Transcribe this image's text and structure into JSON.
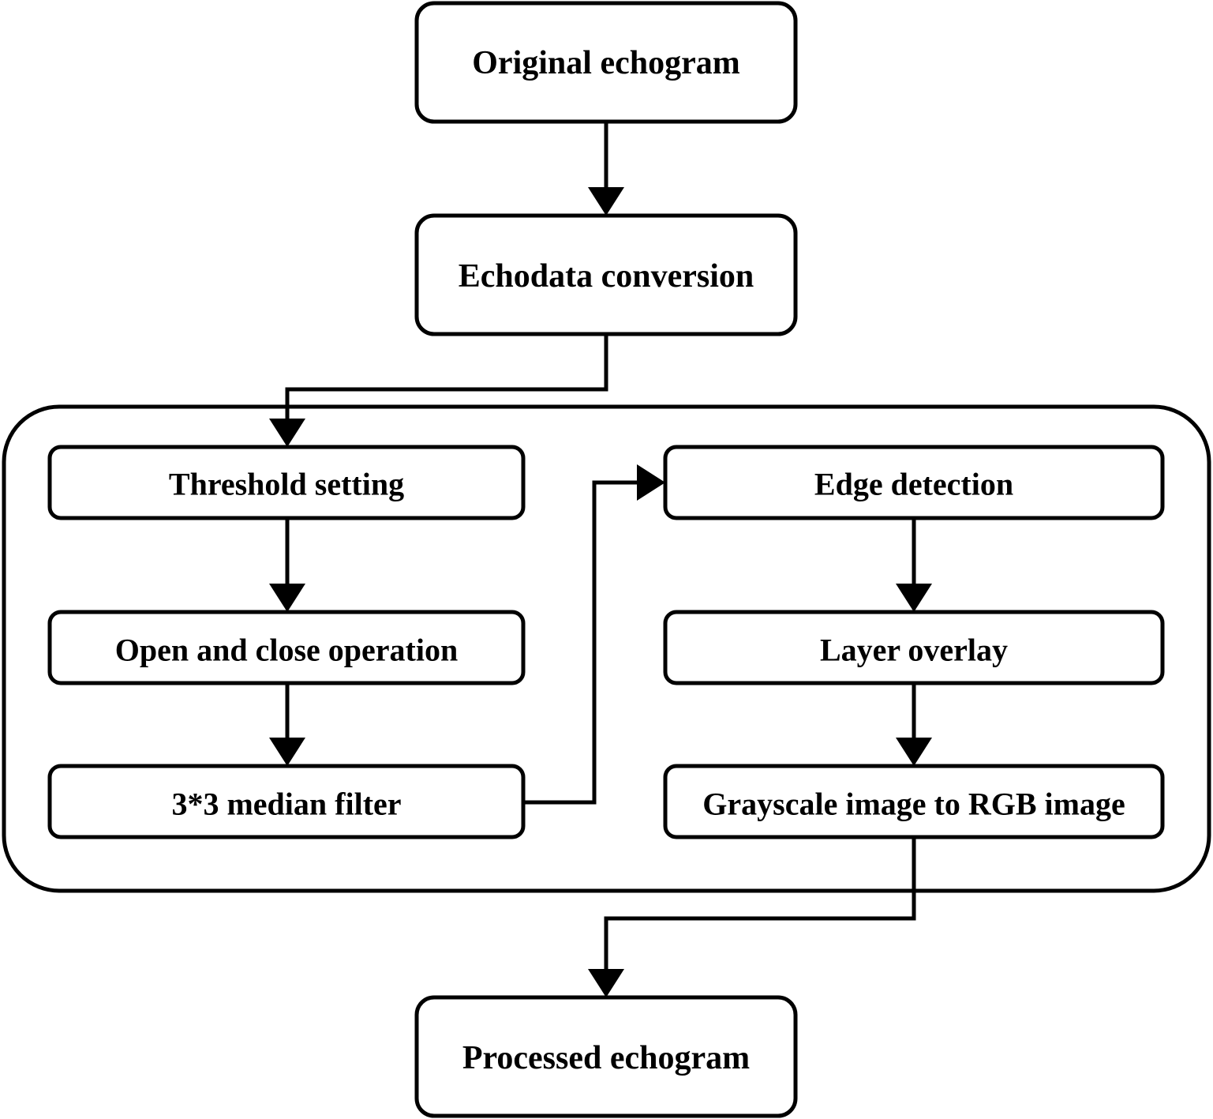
{
  "nodes": {
    "original": "Original echogram",
    "conversion": "Echodata conversion",
    "threshold": "Threshold setting",
    "open_close": "Open and close operation",
    "median": "3*3 median filter",
    "edge": "Edge detection",
    "overlay": "Layer overlay",
    "gray_rgb": "Grayscale image to RGB image",
    "processed": "Processed echogram"
  }
}
